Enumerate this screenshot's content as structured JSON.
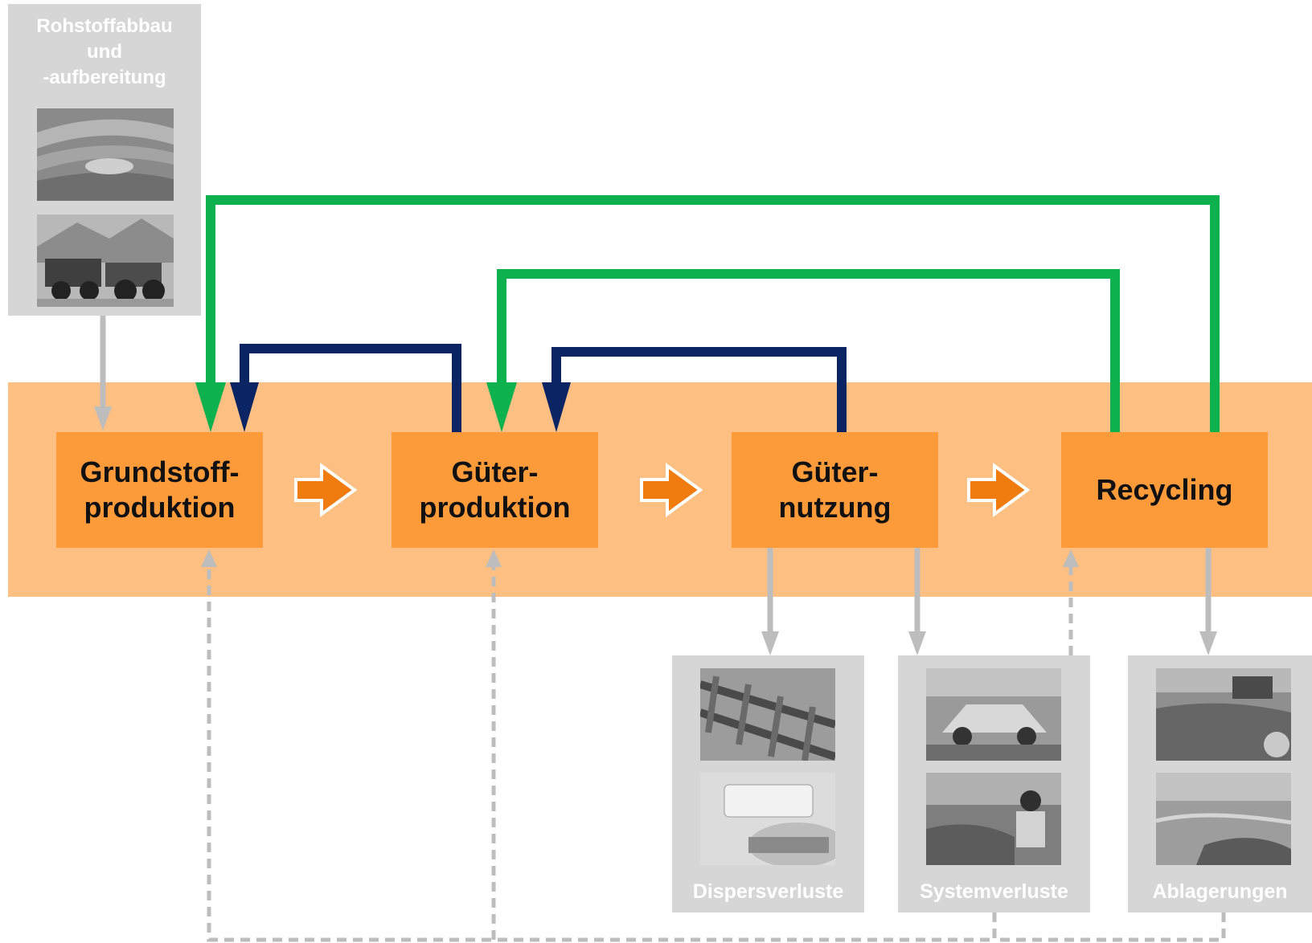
{
  "source_panel": {
    "label": "Rohstoffabbau und -aufbereitung",
    "lines": [
      "Rohstoffabbau",
      "und",
      "-aufbereitung"
    ]
  },
  "processes": [
    {
      "id": "grundstoffproduktion",
      "lines": [
        "Grundstoff-",
        "produktion"
      ]
    },
    {
      "id": "gueterproduktion",
      "lines": [
        "Güter-",
        "produktion"
      ]
    },
    {
      "id": "gueternutzung",
      "lines": [
        "Güter-",
        "nutzung"
      ]
    },
    {
      "id": "recycling",
      "lines": [
        "Recycling"
      ]
    }
  ],
  "loss_panels": [
    {
      "id": "dispersverluste",
      "label": "Dispersverluste"
    },
    {
      "id": "systemverluste",
      "label": "Systemverluste"
    },
    {
      "id": "ablagerungen",
      "label": "Ablagerungen"
    }
  ],
  "colors": {
    "band": "#fdbf82",
    "process_box": "#fd9a3a",
    "flow_arrow": "#f07c10",
    "recycling_loop": "#0db24f",
    "reuse_loop": "#0a2464",
    "loss_arrow": "#bdbdbd",
    "panel": "#d6d6d6"
  }
}
